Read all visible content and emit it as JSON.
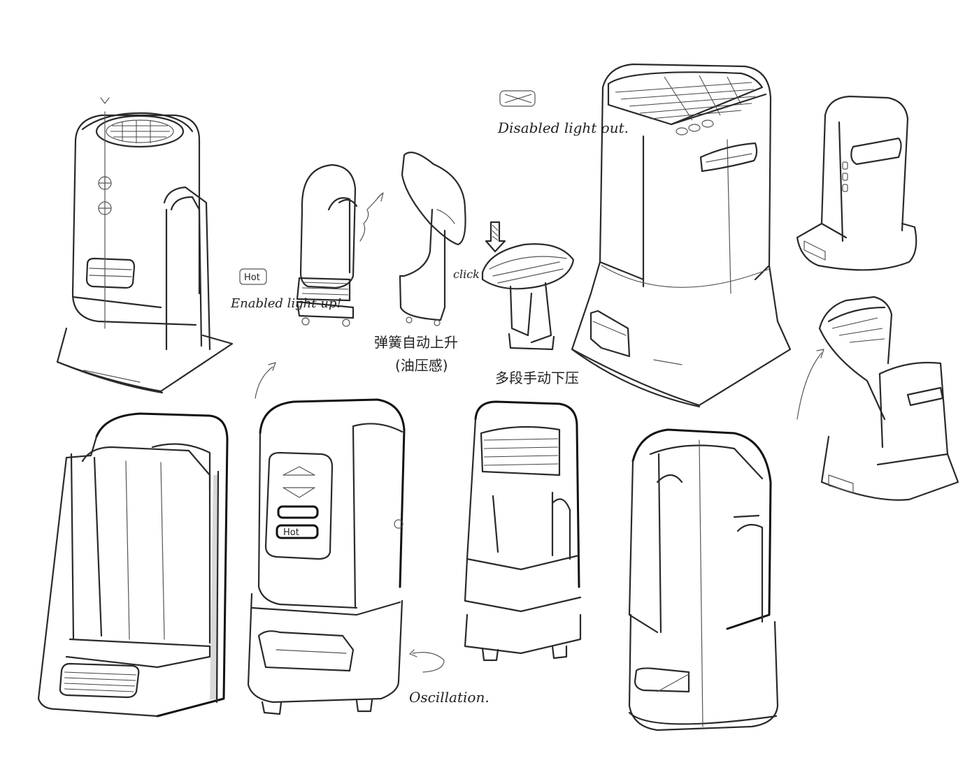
{
  "annotations": {
    "enabled_light_up": "Enabled light up!",
    "disabled_light_out": "Disabled light out.",
    "click": "click",
    "spring_lift": "弹簧自动上升",
    "spring_lift_sub": "(油压感)",
    "manual_press": "多段手动下压",
    "oscillation": "Oscillation.",
    "hot_label": "Hot"
  }
}
